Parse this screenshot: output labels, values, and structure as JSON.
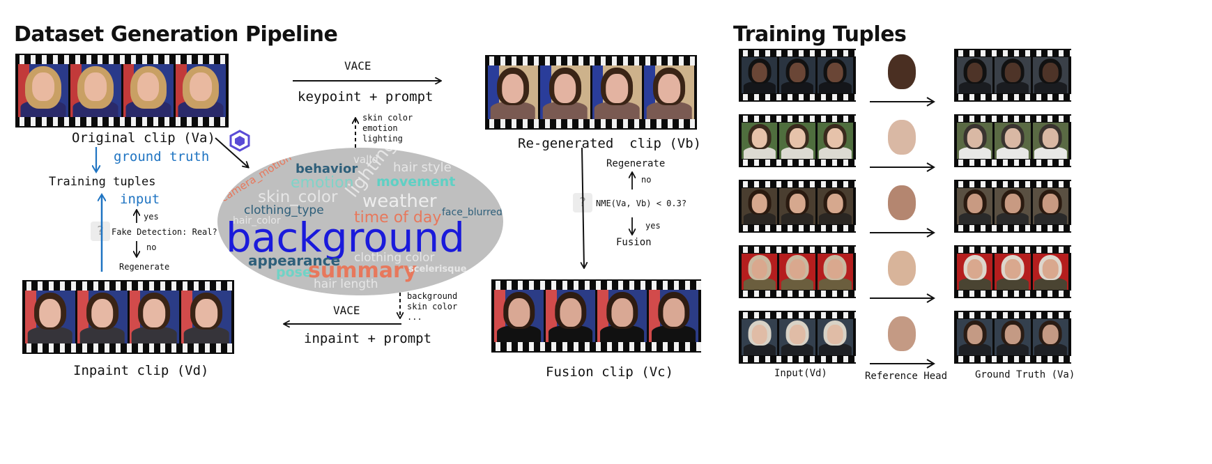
{
  "titles": {
    "pipeline": "Dataset Generation Pipeline",
    "tuples": "Training Tuples"
  },
  "labels": {
    "original_clip": "Original clip (Va)",
    "ground_truth": "ground truth",
    "training_tuples": "Training tuples",
    "input": "input",
    "yes": "yes",
    "no": "no",
    "fake_detection": "Fake Detection: Real?",
    "regenerate": "Regenerate",
    "inpaint_clip": "Inpaint clip (Vd)",
    "vace_top": "VACE",
    "keypoint_prompt": "keypoint + prompt",
    "vace_bottom": "VACE",
    "inpaint_prompt": "inpaint + prompt",
    "regen_clip": "Re-generated  clip (Vb)",
    "regenerate_right": "Regenerate",
    "no_right": "no",
    "nme": "NME(Va, Vb) < 0.3?",
    "yes_right": "yes",
    "fusion": "Fusion",
    "fusion_clip": "Fusion clip (Vc)",
    "question_mark": "?"
  },
  "prompt_top": [
    "skin color",
    "emotion",
    "lighting",
    "..."
  ],
  "prompt_bottom": [
    "background",
    "skin color",
    "..."
  ],
  "wordcloud": [
    {
      "text": "behavior",
      "color": "#2e5f7a"
    },
    {
      "text": "valid",
      "color": "#e6e6e6"
    },
    {
      "text": "hair style",
      "color": "#e6e6e6"
    },
    {
      "text": "camera_motion",
      "color": "#e7785c"
    },
    {
      "text": "emotion",
      "color": "#7fd3c8"
    },
    {
      "text": "movement",
      "color": "#5fd0c4"
    },
    {
      "text": "lighting",
      "color": "#e6e6e6"
    },
    {
      "text": "skin_color",
      "color": "#e6e6e6"
    },
    {
      "text": "weather",
      "color": "#ededed"
    },
    {
      "text": "clothing_type",
      "color": "#2e5f7a"
    },
    {
      "text": "hair_color",
      "color": "#e6e6e6"
    },
    {
      "text": "time of day",
      "color": "#e7785c"
    },
    {
      "text": "face_blurred",
      "color": "#2e5f7a"
    },
    {
      "text": "background",
      "color": "#1a1adb"
    },
    {
      "text": "appearance",
      "color": "#2e5f7a"
    },
    {
      "text": "clothing color",
      "color": "#e6e6e6"
    },
    {
      "text": "pose",
      "color": "#6fd3c6"
    },
    {
      "text": "summary",
      "color": "#e7785c"
    },
    {
      "text": "scelerisque",
      "color": "#e6e6e6"
    },
    {
      "text": "hair length",
      "color": "#e6e6e6"
    }
  ],
  "tuple_labels": {
    "input": "Input(Vd)",
    "reference": "Reference Head",
    "ground_truth": "Ground Truth (Va)"
  },
  "colors": {
    "accent_blue": "#1f74c2",
    "arrow": "#111111",
    "cloud": "#bfbfbf"
  }
}
